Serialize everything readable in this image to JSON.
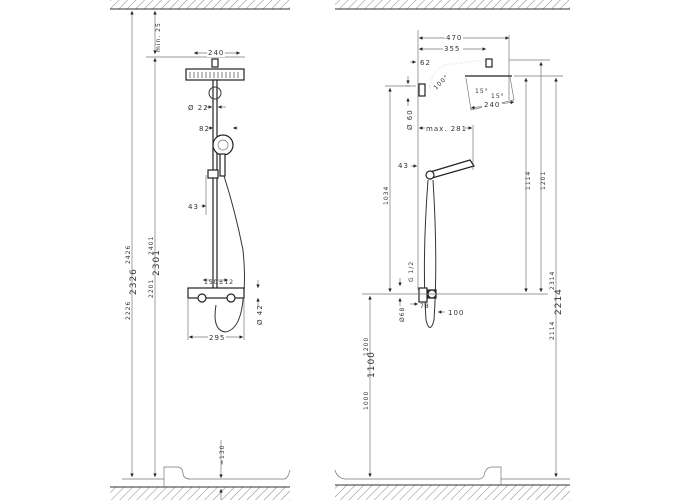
{
  "left_view": {
    "labels": {
      "min_ceiling": "min. 25",
      "head_width": "240",
      "pole_diameter": "Ø 22",
      "hand_shower_offset": "82",
      "holder_offset": "43",
      "mixer_centers": "150±12",
      "mixer_diameter": "Ø 42",
      "mixer_width": "295",
      "tray_height": "≈130",
      "height_a_top": "2426",
      "height_a_mid": "2326",
      "height_a_low": "2226",
      "height_b_top": "2401",
      "height_b_mid": "2301",
      "height_b_low": "2201"
    }
  },
  "right_view": {
    "labels": {
      "arm_total": "470",
      "arm_reach": "355",
      "wall_offset": "62",
      "arm_angle": "100°",
      "head_tilt_1": "15°",
      "head_tilt_2": "15°",
      "head_width": "240",
      "bracket_diameter": "Ø 60",
      "max_reach": "max. 281",
      "holder_offset": "43",
      "bracket_to_mixer": "1034",
      "head_to_mixer_low": "1114",
      "head_to_mixer_high": "1201",
      "inlet_thread": "G 1/2",
      "inlet_diameter": "Ø68",
      "inlet_depth": "78",
      "mixer_projection": "100",
      "mixer_height_top": "1200",
      "mixer_height_mid": "1100",
      "mixer_height_low": "1000",
      "total_top": "2314",
      "total_mid": "2214",
      "total_low": "2114"
    }
  }
}
